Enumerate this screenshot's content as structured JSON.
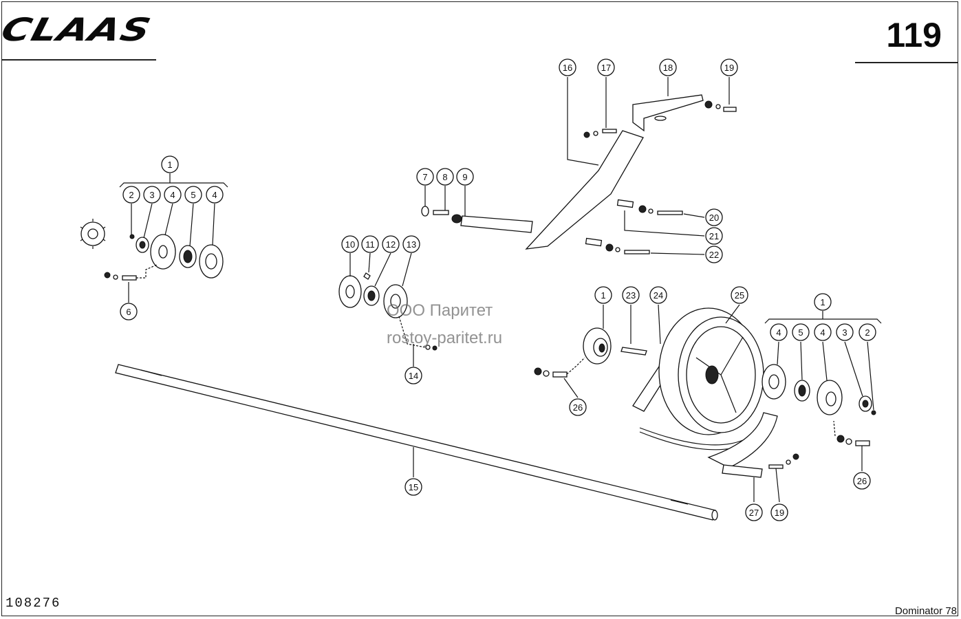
{
  "header": {
    "logo": "CLAAS",
    "page_number": "119"
  },
  "watermark": {
    "line1": "ООО Паритет",
    "line2": "rostoy-paritet.ru"
  },
  "footer": {
    "drawing_number": "108276",
    "model": "Dominator 78"
  },
  "callouts": {
    "c1a": "1",
    "c2a": "2",
    "c3a": "3",
    "c4a": "4",
    "c5a": "5",
    "c4b": "4",
    "c6": "6",
    "c7": "7",
    "c8": "8",
    "c9": "9",
    "c10": "10",
    "c11": "11",
    "c12": "12",
    "c13": "13",
    "c14": "14",
    "c15": "15",
    "c16": "16",
    "c17": "17",
    "c18": "18",
    "c19a": "19",
    "c20": "20",
    "c21": "21",
    "c22": "22",
    "c1b": "1",
    "c23": "23",
    "c24": "24",
    "c25": "25",
    "c26a": "26",
    "c1c": "1",
    "c4c": "4",
    "c5b": "5",
    "c4d": "4",
    "c3b": "3",
    "c2b": "2",
    "c26b": "26",
    "c27": "27",
    "c19b": "19"
  }
}
